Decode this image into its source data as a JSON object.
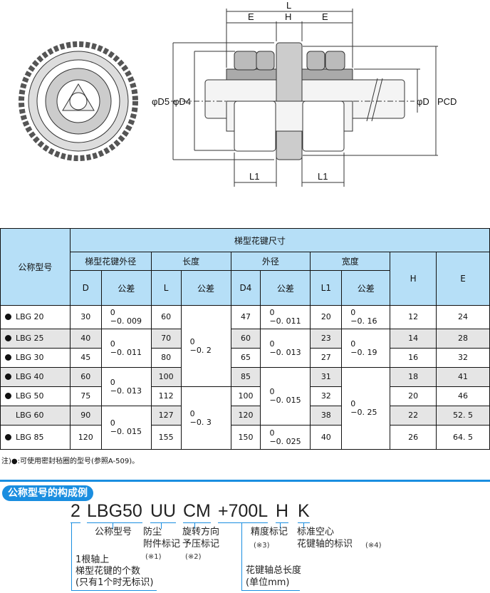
{
  "drawing": {
    "labels": {
      "L": "L",
      "E": "E",
      "H": "H",
      "L1": "L1",
      "D5": "φD5",
      "D4": "φD4",
      "D": "φD",
      "PCD": "PCD"
    }
  },
  "table": {
    "header_model": "公称型号",
    "header_group": "梯型花键尺寸",
    "groups": [
      "梯型花键外径",
      "长度",
      "外径",
      "宽度"
    ],
    "sub": {
      "D": "D",
      "tol": "公差",
      "L": "L",
      "D4": "D4",
      "L1": "L1",
      "H": "H",
      "E": "E"
    },
    "rows": [
      {
        "model": "LBG 20",
        "seal": true,
        "D": "30",
        "L": "60",
        "D4": "47",
        "L1": "20",
        "H": "12",
        "E": "24"
      },
      {
        "model": "LBG 25",
        "seal": true,
        "D": "40",
        "L": "70",
        "D4": "60",
        "L1": "23",
        "H": "14",
        "E": "28"
      },
      {
        "model": "LBG 30",
        "seal": true,
        "D": "45",
        "L": "80",
        "D4": "65",
        "L1": "27",
        "H": "16",
        "E": "32"
      },
      {
        "model": "LBG 40",
        "seal": true,
        "D": "60",
        "L": "100",
        "D4": "85",
        "L1": "31",
        "H": "18",
        "E": "41"
      },
      {
        "model": "LBG 50",
        "seal": true,
        "D": "75",
        "L": "112",
        "D4": "100",
        "L1": "32",
        "H": "20",
        "E": "46"
      },
      {
        "model": "LBG 60",
        "seal": false,
        "D": "90",
        "L": "127",
        "D4": "120",
        "L1": "38",
        "H": "22",
        "E": "52. 5"
      },
      {
        "model": "LBG 85",
        "seal": true,
        "D": "120",
        "L": "155",
        "D4": "150",
        "L1": "40",
        "H": "26",
        "E": "64. 5"
      }
    ],
    "tol_D": [
      [
        "0",
        "−0. 009"
      ],
      [
        "0",
        "−0. 011"
      ],
      [
        "0",
        "−0. 013"
      ],
      [
        "0",
        "−0. 015"
      ]
    ],
    "tol_L": [
      [
        "0",
        "−0. 2"
      ],
      [
        "0",
        "−0. 3"
      ]
    ],
    "tol_D4": [
      [
        "0",
        "−0. 011"
      ],
      [
        "0",
        "−0. 013"
      ],
      [
        "0",
        "−0. 015"
      ],
      [
        "0",
        "−0. 025"
      ]
    ],
    "tol_L1": [
      [
        "0",
        "−0. 16"
      ],
      [
        "0",
        "−0. 19"
      ],
      [
        "0",
        "−0. 25"
      ]
    ]
  },
  "note": "注)●:可使用密封毡圈的型号(参照A-509)。",
  "composition": {
    "title": "公称型号的构成例",
    "tokens": [
      "2",
      "LBG50",
      "UU",
      "CM",
      "+700L",
      "H",
      "K"
    ],
    "labels": {
      "model": "公称型号",
      "dust1": "防尘",
      "dust2": "附件标记",
      "dust_ref": "(※1)",
      "rot1": "旋转方向",
      "rot2": "予压标记",
      "rot_ref": "(※2)",
      "prec": "精度标记",
      "prec_ref": "(※3)",
      "hollow1": "标准空心",
      "hollow2": "花键轴的标识",
      "hollow_ref": "(※4)",
      "count1": "1根轴上",
      "count2": "梯型花键的个数",
      "count3": "(只有1个时无标识)",
      "len1": "花键轴总长度",
      "len2": "(单位mm)"
    }
  }
}
